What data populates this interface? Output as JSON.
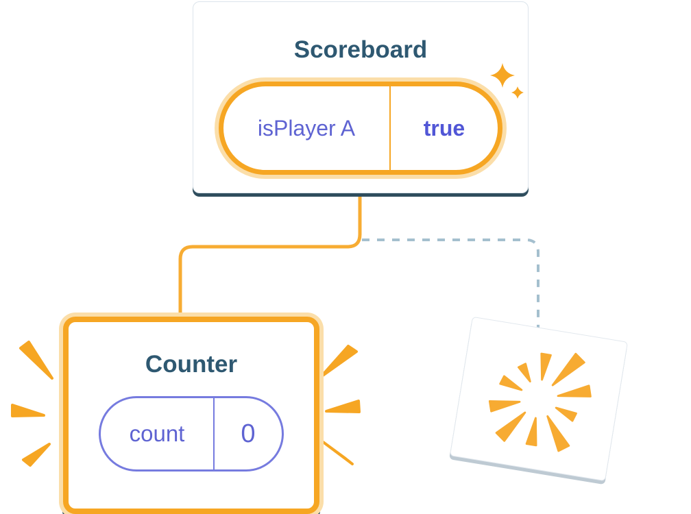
{
  "diagram": {
    "parent_component": {
      "title": "Scoreboard",
      "prop": {
        "name": "isPlayer A",
        "value": "true"
      }
    },
    "kept_child_component": {
      "title": "Counter",
      "state": {
        "name": "count",
        "value": "0"
      }
    },
    "removed_child_component": {
      "icon": "poof-burst-icon"
    },
    "icons": {
      "sparkle": "sparkle-icon",
      "poof_burst": "poof-burst-icon",
      "emphasis_marks": "emphasis-mark-icon"
    },
    "colors": {
      "accent_orange": "#F6A623",
      "orange_glow": "#FBDEA9",
      "indigo_text": "#5E63D2",
      "indigo_value_bold": "#5156D6",
      "indigo_pill_border": "#767BDF",
      "title_text": "#2E5871",
      "card_shadow": "#2F4D5D",
      "dashed_connector": "#A4BFCE",
      "card_background": "#FFFFFF"
    }
  }
}
